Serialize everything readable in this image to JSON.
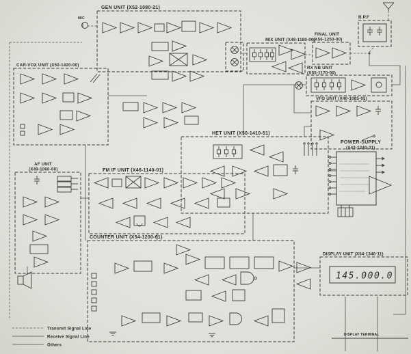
{
  "diagram": {
    "units": {
      "gen": {
        "label": "GEN UNIT (X52-1080-21)"
      },
      "car_vox": {
        "label": "CAR-VOX UNIT (X50-1420-00)"
      },
      "mix": {
        "label": "MIX UNIT (X48-1180-00)"
      },
      "final": {
        "name": "FINAL UNIT",
        "code": "(X56-1250-00)"
      },
      "bpf": {
        "label": "B.P.F"
      },
      "rx_nb": {
        "name": "RX NB UNIT",
        "code": "(X55-1170-00)"
      },
      "vfo": {
        "label": "VFO UNIT (X40-1085-05)"
      },
      "power_supply": {
        "name": "POWER-SUPPLY",
        "code": "(X43-1240-31)"
      },
      "het": {
        "label": "HET UNIT (X50-1410-51)"
      },
      "af": {
        "name": "AF UNIT",
        "code": "(X49-1060-00)"
      },
      "fm_if": {
        "label": "FM IF UNIT (X46-1140-01)"
      },
      "counter": {
        "label": "COUNTER UNIT (X54-1200-61)"
      },
      "display": {
        "label": "DISPLAY UNIT (X54-1340-11)",
        "readout": "145.000.0"
      }
    },
    "legend": {
      "transmit": "Transmit Signal Line",
      "receive": "Receive Signal Line",
      "others": "Others"
    },
    "annotations": {
      "mic": "MIC",
      "display_terminal": "DISPLAY TERMINAL"
    },
    "colors": {
      "ink": "#3b3a34",
      "paper": "#e4e3de"
    }
  }
}
